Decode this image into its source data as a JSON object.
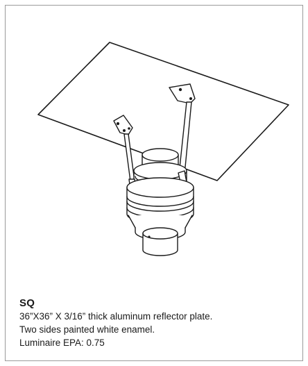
{
  "product": {
    "code": "SQ",
    "description_lines": [
      "36”X36” X 3/16” thick aluminum reflector plate.",
      "Two sides painted white enamel.",
      "Luminaire EPA: 0.75"
    ]
  },
  "figure": {
    "subject": "square-reflector-plate-with-luminaire",
    "line_color": "#1a1a1a"
  }
}
